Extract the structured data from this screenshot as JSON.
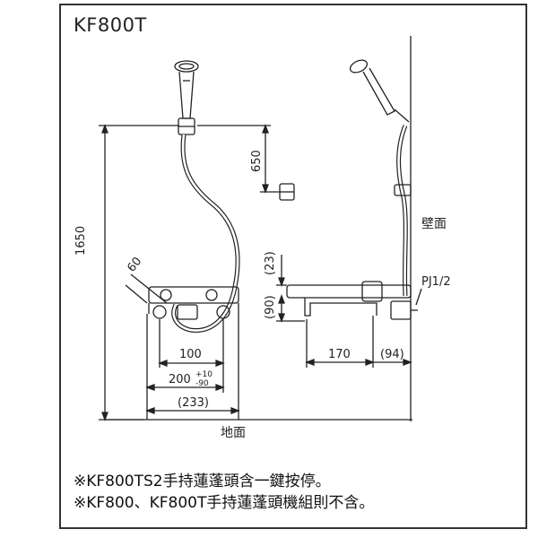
{
  "model_title": "KF800T",
  "dimensions": {
    "height_1650": "1650",
    "dim_650": "650",
    "dim_60": "60",
    "dim_23": "(23)",
    "dim_90": "(90)",
    "dim_100": "100",
    "dim_200_main": "200",
    "dim_200_tol_plus": "+10",
    "dim_200_tol_minus": "-90",
    "dim_233": "(233)",
    "dim_170": "170",
    "dim_94": "(94)"
  },
  "labels": {
    "wall": "壁面",
    "floor": "地面",
    "pipe_thread": "PJ1/2"
  },
  "notes": [
    "※KF800TS2手持蓮蓬頭含一鍵按停。",
    "※KF800、KF800T手持蓮蓬頭機組則不含。"
  ],
  "colors": {
    "line": "#222222",
    "frame": "#333333"
  }
}
